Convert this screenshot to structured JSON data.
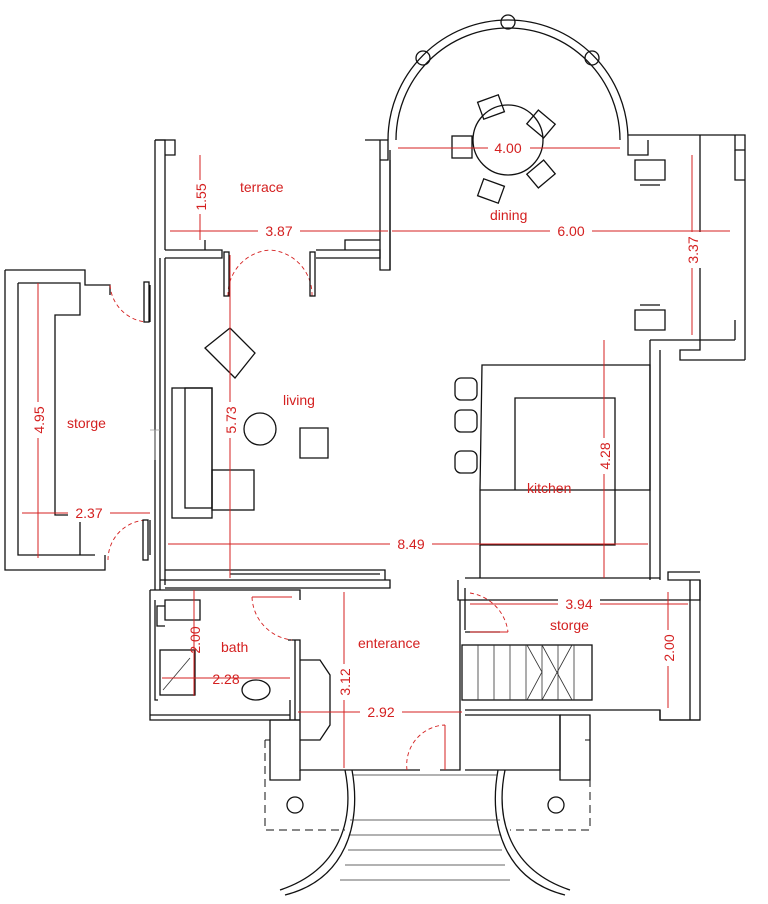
{
  "rooms": {
    "terrace": "terrace",
    "dining": "dining",
    "living": "living",
    "storage_left": "storge",
    "kitchen": "kitchen",
    "bath": "bath",
    "entrance": "enterance",
    "storage_right": "storge"
  },
  "dimensions": {
    "dining_table": "4.00",
    "terrace_depth": "1.55",
    "terrace_width": "3.87",
    "dining_width": "6.00",
    "dining_depth": "3.37",
    "storage_left_length": "4.95",
    "living_depth": "5.73",
    "kitchen_depth": "4.28",
    "storage_left_width": "2.37",
    "living_width": "8.49",
    "storage_right_width": "3.94",
    "storage_right_depth": "2.00",
    "bath_depth": "2.00",
    "bath_width": "2.28",
    "entrance_depth": "3.12",
    "entrance_width": "2.92"
  },
  "colors": {
    "walls": "#111111",
    "dimensions": "#d42020"
  }
}
